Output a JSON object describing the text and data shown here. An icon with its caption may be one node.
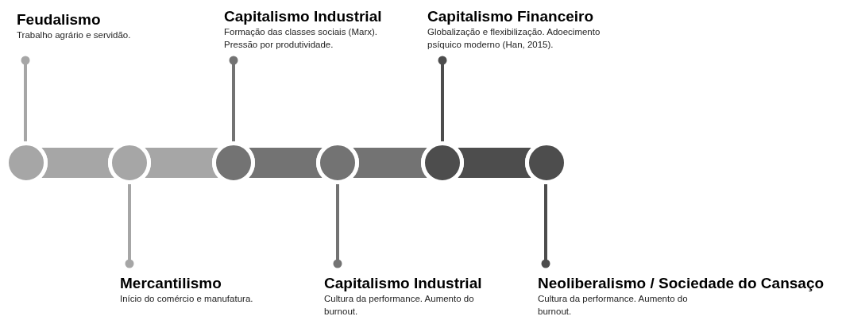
{
  "diagram": {
    "nodes": [
      {
        "text": [
          "Feudalismo",
          "Trabalho agrário e servidão."
        ]
      },
      {
        "text": [
          "Capitalismo Industrial",
          "Formação das classes sociais (Marx). Pressão por produtividade."
        ]
      },
      {
        "text": [
          "Capitalismo Financeiro",
          "Globalização e flexibilização. Adoecimento psíquico moderno (Han, 2015)."
        ]
      },
      {
        "text": [],
        "shape": "circle"
      },
      {
        "text": [],
        "shape": "circle"
      },
      {
        "text": [],
        "shape": "circle"
      },
      {
        "text": [],
        "shape": "circle"
      },
      {
        "text": [],
        "shape": "circle"
      },
      {
        "text": [],
        "shape": "circle"
      },
      {
        "text": [
          "Mercantilismo",
          "Início do comércio e manufatura."
        ]
      },
      {
        "text": [
          "Capitalismo Industrial",
          "Cultura da performance. Aumento do burnout."
        ]
      },
      {
        "text": [
          "Neoliberalismo / Sociedade do Cansaço",
          "Cultura da performance. Aumento do burnout."
        ]
      }
    ],
    "edges": [
      {
        "from": 3,
        "to": 4,
        "arrow": "none",
        "style": "thick",
        "color": "#a6a6a6"
      },
      {
        "from": 4,
        "to": 5,
        "arrow": "none",
        "style": "thick",
        "color": "#a6a6a6"
      },
      {
        "from": 5,
        "to": 6,
        "arrow": "none",
        "style": "thick",
        "color": "#737373"
      },
      {
        "from": 6,
        "to": 7,
        "arrow": "none",
        "style": "thick",
        "color": "#737373"
      },
      {
        "from": 7,
        "to": 8,
        "arrow": "none",
        "style": "thick",
        "color": "#4d4d4d"
      },
      {
        "from": 0,
        "to": 3,
        "arrow": "other",
        "color": "#a6a6a6"
      },
      {
        "from": 9,
        "to": 4,
        "arrow": "other",
        "color": "#a6a6a6"
      },
      {
        "from": 1,
        "to": 5,
        "arrow": "other",
        "color": "#737373"
      },
      {
        "from": 10,
        "to": 6,
        "arrow": "other",
        "color": "#737373"
      },
      {
        "from": 2,
        "to": 7,
        "arrow": "other",
        "color": "#4d4d4d"
      },
      {
        "from": 11,
        "to": 8,
        "arrow": "other",
        "color": "#4d4d4d"
      }
    ]
  }
}
